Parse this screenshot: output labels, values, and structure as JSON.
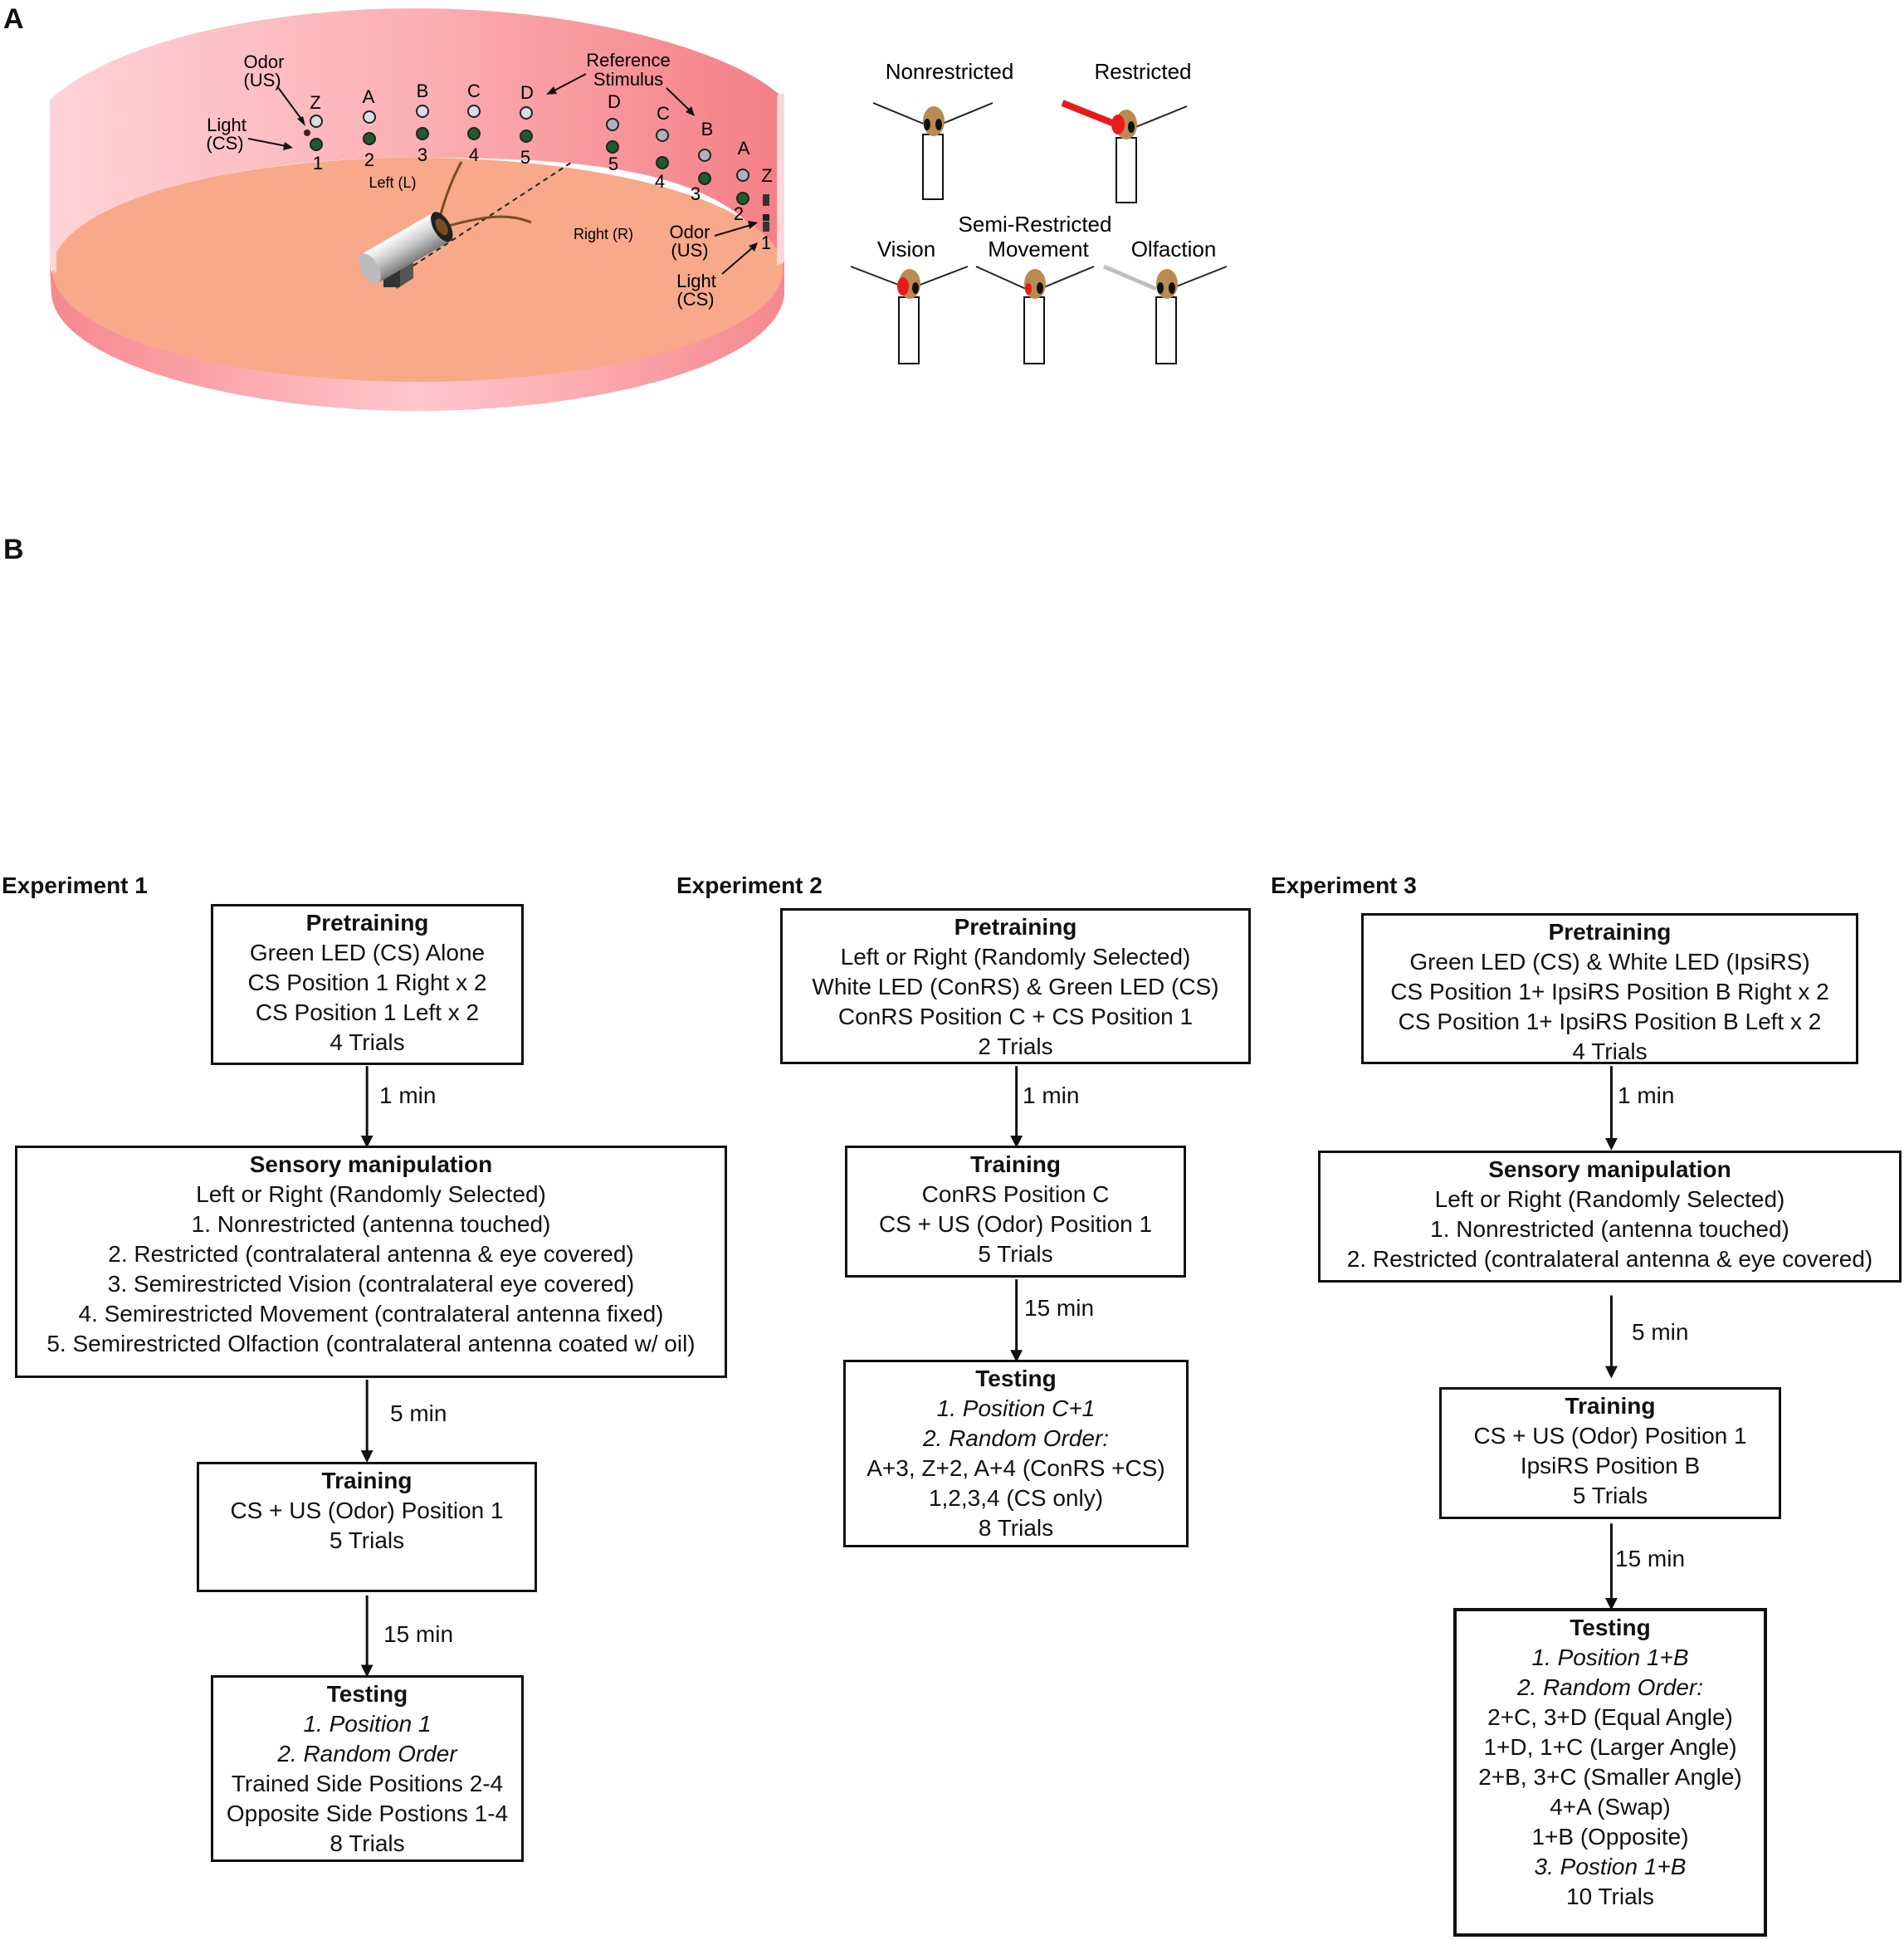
{
  "panel_a": {
    "letter": "A",
    "arena": {
      "left_row_letters": [
        "Z",
        "A",
        "B",
        "C",
        "D"
      ],
      "left_row_numbers": [
        "1",
        "2",
        "3",
        "4",
        "5"
      ],
      "right_row_letters": [
        "D",
        "C",
        "B",
        "A",
        "Z"
      ],
      "right_row_numbers": [
        "5",
        "4",
        "3",
        "2",
        "1"
      ],
      "label_odor_us_left": [
        "Odor",
        "(US)"
      ],
      "label_light_cs_left": [
        "Light",
        "(CS)"
      ],
      "label_reference": [
        "Reference",
        "Stimulus"
      ],
      "label_left": "Left (L)",
      "label_right": "Right (R)",
      "label_odor_us_right": [
        "Odor",
        "(US)"
      ],
      "label_light_cs_right": [
        "Light",
        "(CS)"
      ]
    },
    "conditions": {
      "nonrestricted": "Nonrestricted",
      "restricted": "Restricted",
      "semi_restricted": "Semi-Restricted",
      "vision": "Vision",
      "movement": "Movement",
      "olfaction": "Olfaction"
    },
    "colors": {
      "arena_wall": "#f9a0a6",
      "arena_floor": "#f7a98a",
      "led_green": "#1f5b2d",
      "led_white": "#d9dde4",
      "insect_head": "#b98a52",
      "cover_red": "#e81b1b",
      "oil_gray": "#bfbfbf"
    }
  },
  "panel_b": {
    "letter": "B",
    "exp1": {
      "title": "Experiment 1",
      "pretraining": {
        "title": "Pretraining",
        "lines": [
          "Green LED (CS) Alone",
          "CS Position 1 Right x 2",
          "CS Position 1 Left x 2",
          "4 Trials"
        ]
      },
      "gap1": "1 min",
      "sensory": {
        "title": "Sensory manipulation",
        "lines": [
          "Left or Right (Randomly Selected)",
          "1. Nonrestricted (antenna touched)",
          "2. Restricted (contralateral antenna & eye covered)",
          "3. Semirestricted Vision (contralateral eye covered)",
          "4. Semirestricted Movement (contralateral antenna fixed)",
          "5. Semirestricted Olfaction (contralateral antenna coated w/ oil)"
        ]
      },
      "gap2": "5 min",
      "training": {
        "title": "Training",
        "lines": [
          "CS + US (Odor) Position 1",
          "5 Trials"
        ]
      },
      "gap3": "15 min",
      "testing": {
        "title": "Testing",
        "italic_lines": [
          "1. Position 1",
          "2. Random Order"
        ],
        "lines": [
          "Trained Side Positions 2-4",
          "Opposite Side Postions 1-4",
          "8 Trials"
        ]
      }
    },
    "exp2": {
      "title": "Experiment 2",
      "pretraining": {
        "title": "Pretraining",
        "lines": [
          "Left or Right (Randomly Selected)",
          "White LED (ConRS) & Green LED (CS)",
          "ConRS Position C + CS Position 1",
          "2 Trials"
        ]
      },
      "gap1": "1 min",
      "training": {
        "title": "Training",
        "lines": [
          "ConRS Position C",
          "CS + US (Odor) Position 1",
          "5 Trials"
        ]
      },
      "gap2": "15 min",
      "testing": {
        "title": "Testing",
        "italic_lines": [
          "1.  Position C+1",
          "2. Random Order:"
        ],
        "lines": [
          "A+3, Z+2, A+4 (ConRS +CS)",
          "1,2,3,4 (CS only)",
          "8 Trials"
        ]
      }
    },
    "exp3": {
      "title": "Experiment 3",
      "pretraining": {
        "title": "Pretraining",
        "lines": [
          "Green LED (CS) & White LED (IpsiRS)",
          "CS Position 1+ IpsiRS Position B Right x 2",
          "CS Position 1+ IpsiRS Position B Left x 2",
          "4 Trials"
        ]
      },
      "gap1": "1 min",
      "sensory": {
        "title": "Sensory manipulation",
        "lines": [
          "Left or Right (Randomly Selected)",
          "1. Nonrestricted (antenna touched)",
          "2. Restricted (contralateral antenna & eye covered)"
        ]
      },
      "gap2": "5 min",
      "training": {
        "title": "Training",
        "lines": [
          "CS + US (Odor) Position 1",
          "IpsiRS Position B",
          "5 Trials"
        ]
      },
      "gap3": "15 min",
      "testing": {
        "title": "Testing",
        "italic_lines": [
          "1.  Position 1+B",
          "2. Random Order:"
        ],
        "lines": [
          "2+C, 3+D (Equal Angle)",
          "1+D, 1+C (Larger Angle)",
          "2+B, 3+C (Smaller Angle)",
          "4+A (Swap)",
          "1+B (Opposite)"
        ],
        "italic_tail": "3. Postion 1+B",
        "final": "10 Trials"
      }
    }
  }
}
